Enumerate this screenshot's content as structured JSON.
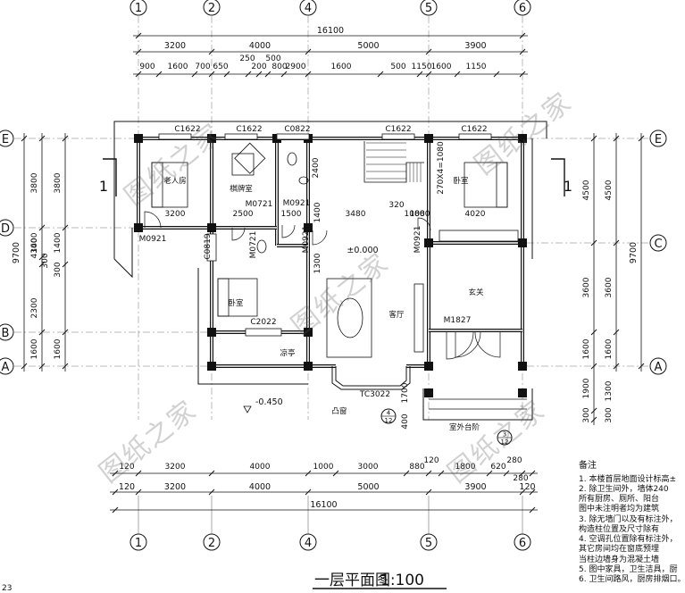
{
  "title": "一层平面图",
  "scale": "1:100",
  "page_number": "23",
  "axes_top": [
    "1",
    "2",
    "4",
    "5",
    "6"
  ],
  "axes_bottom": [
    "1",
    "2",
    "4",
    "5",
    "6"
  ],
  "axes_left": [
    "E",
    "D",
    "B",
    "A"
  ],
  "axes_right": [
    "E",
    "C",
    "A"
  ],
  "dims_top_total": "16100",
  "dims_top_main": [
    "3200",
    "4000",
    "5000",
    "3900"
  ],
  "dims_top_sub": [
    "900",
    "1600",
    "700",
    "650",
    "250",
    "200",
    "500",
    "800",
    "2900",
    "1600",
    "500",
    "1150",
    "1600",
    "1150"
  ],
  "dims_bottom_total": "16100",
  "dims_bottom_main": [
    "120",
    "3200",
    "4000",
    "5000",
    "3900",
    "120"
  ],
  "dims_bottom_sub": [
    "120",
    "3200",
    "4000",
    "1000",
    "3000",
    "880",
    "120",
    "1800",
    "620",
    "280",
    "280"
  ],
  "dims_left_outer": "9700",
  "dims_left_mid": [
    "3800",
    "1400",
    "4300",
    "300",
    "2300",
    "1600"
  ],
  "dims_left_inner": [
    "3800",
    "1400",
    "300",
    "1600"
  ],
  "dims_right_outer": "9700",
  "dims_right_mid": [
    "4500",
    "3600",
    "1600",
    "1300",
    "300"
  ],
  "dims_right_inner": [
    "4500",
    "3600",
    "1600",
    "1900",
    "300"
  ],
  "rooms": [
    "老人房",
    "棋牌室",
    "卧室",
    "卧室",
    "客厅",
    "玄关",
    "凉亭",
    "凸窗",
    "室外台阶"
  ],
  "window_labels": [
    "C1622",
    "C1622",
    "C0822",
    "C1622",
    "C1622",
    "C0819",
    "C2022",
    "TC3022"
  ],
  "door_labels": [
    "M0921",
    "M0921",
    "M0721",
    "M0921",
    "M0921",
    "M0721",
    "M1827"
  ],
  "interior_dims": [
    "3200",
    "2500",
    "1500",
    "3480",
    "320",
    "1080",
    "4020",
    "2400",
    "1400",
    "1300",
    "1080",
    "270X4=1080",
    "1700",
    "400"
  ],
  "levels": [
    "±0.000",
    "-0.450"
  ],
  "section_mark": "1",
  "detail_refs": [
    {
      "num": "4",
      "sheet": "12"
    },
    {
      "num": "3",
      "sheet": "12"
    }
  ],
  "notes_title": "备注",
  "notes": [
    "1. 本楼首层地面设计标高±",
    "2. 除卫生间外，墙体240",
    "所有厨房、厕所、阳台",
    "图中未注明者均为建筑",
    "3. 除无墙门以及有标注外，",
    "构造柱位置及尺寸除有",
    "4. 空调孔位置除有标注外，",
    "其它房间均在窗底预埋",
    "当柱边墙身为混凝土墙",
    "5. 图中家具，卫生洁具，厨",
    "6. 卫生间路风，厨房排烟口。"
  ],
  "watermark": "图纸之家"
}
